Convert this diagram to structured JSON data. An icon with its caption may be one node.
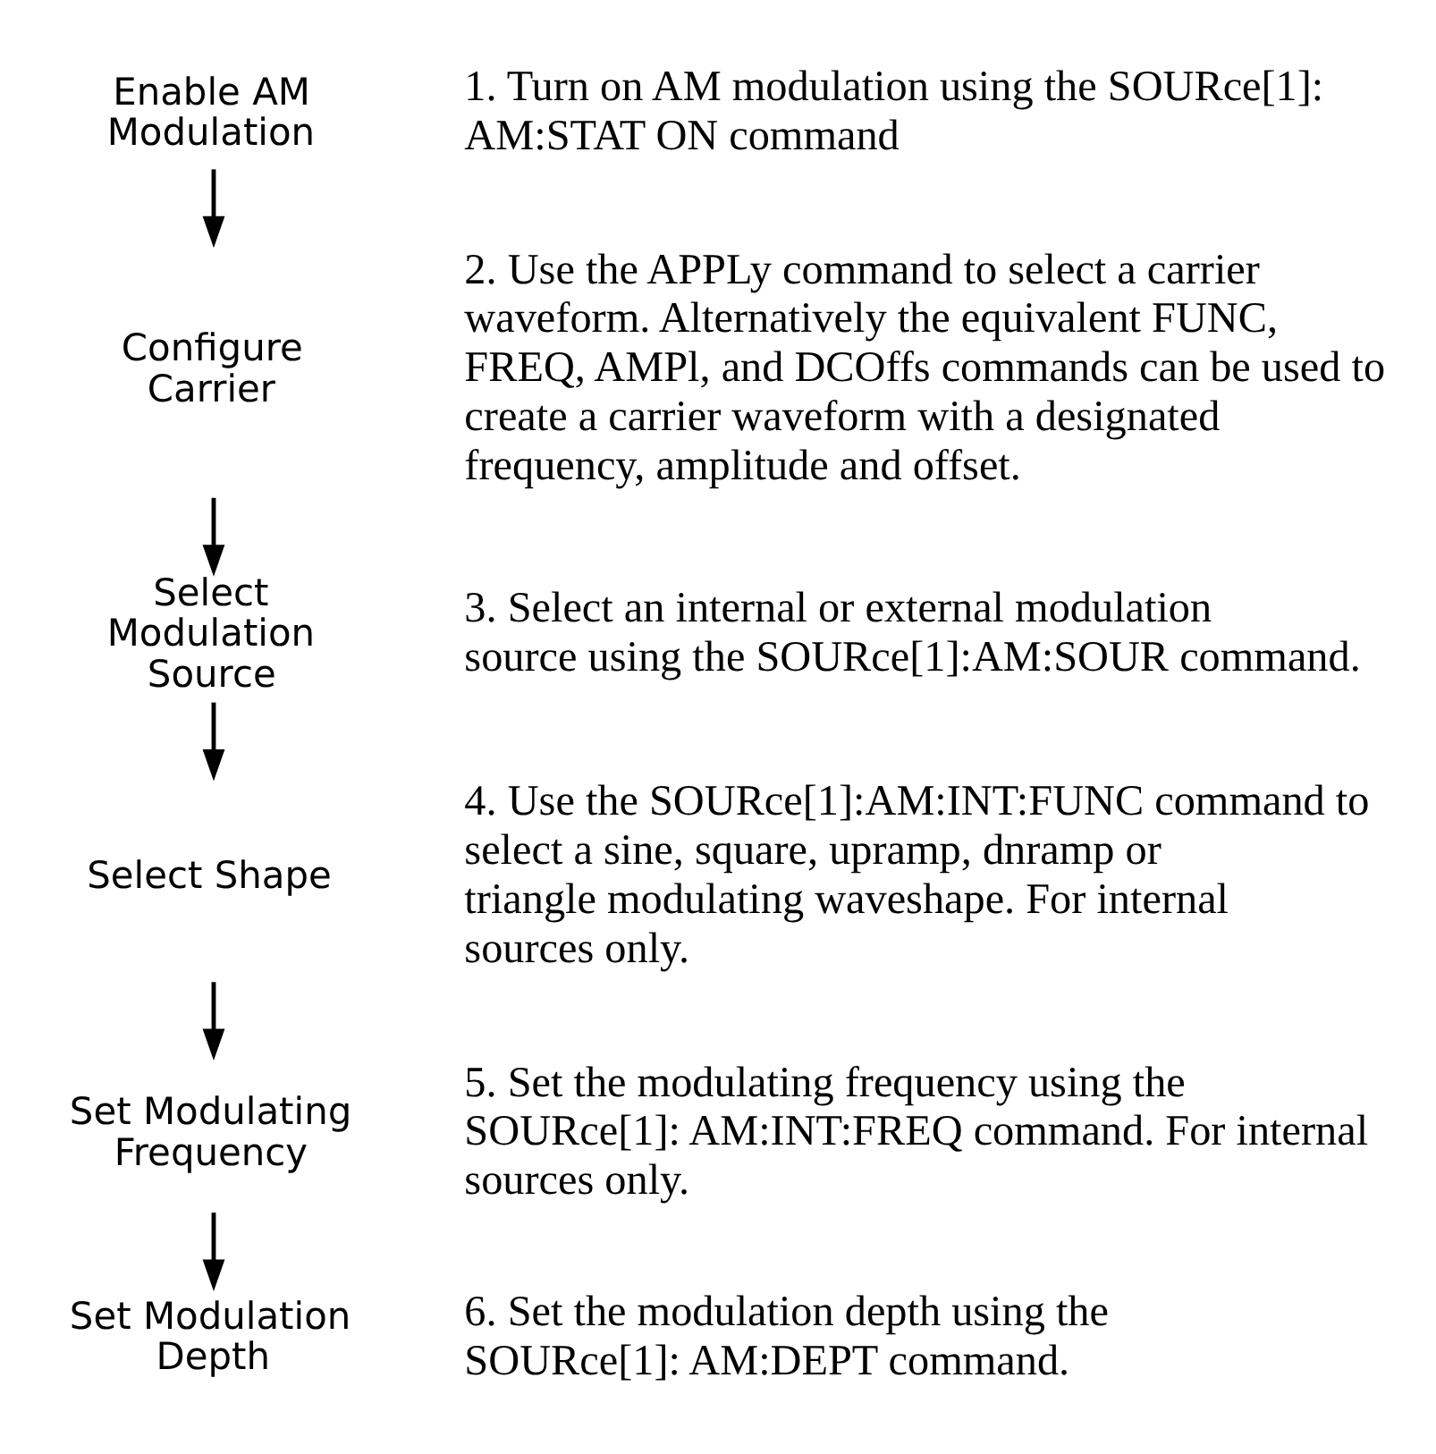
{
  "diagram": {
    "nodes": [
      {
        "text": [
          "Enable AM Modulation"
        ],
        "beside": [
          "1. Turn on AM modulation using the SOURce[1]: AM:STAT ON command"
        ]
      },
      {
        "text": [
          "Configure Carrier"
        ],
        "beside": [
          "2. Use the APPLy command to select a carrier waveform. Alternatively the equivalent FUNC, FREQ, AMPl, and DCOffs commands can be used to create a carrier waveform with a designated frequency, amplitude and offset."
        ]
      },
      {
        "text": [
          "Select Modulation Source"
        ],
        "beside": [
          "3. Select an internal or external modulation source using the SOURce[1]:AM:SOUR command."
        ]
      },
      {
        "text": [
          "Select Shape"
        ],
        "beside": [
          "4. Use the SOURce[1]:AM:INT:FUNC command to select a sine, square, upramp, dnramp or triangle modulating waveshape. For internal sources only."
        ]
      },
      {
        "text": [
          "Set Modulating Frequency"
        ],
        "beside": [
          "5. Set the modulating frequency using the SOURce[1]: AM:INT:FREQ command. For internal sources only."
        ]
      },
      {
        "text": [
          "Set Modulation Depth"
        ],
        "beside": [
          "6. Set the modulation depth using the SOURce[1]: AM:DEPT command."
        ]
      }
    ],
    "edges": [
      {
        "from": 0,
        "to": 1,
        "arrow": "to"
      },
      {
        "from": 1,
        "to": 2,
        "arrow": "to"
      },
      {
        "from": 2,
        "to": 3,
        "arrow": "to"
      },
      {
        "from": 3,
        "to": 4,
        "arrow": "to"
      },
      {
        "from": 4,
        "to": 5,
        "arrow": "to"
      }
    ]
  }
}
